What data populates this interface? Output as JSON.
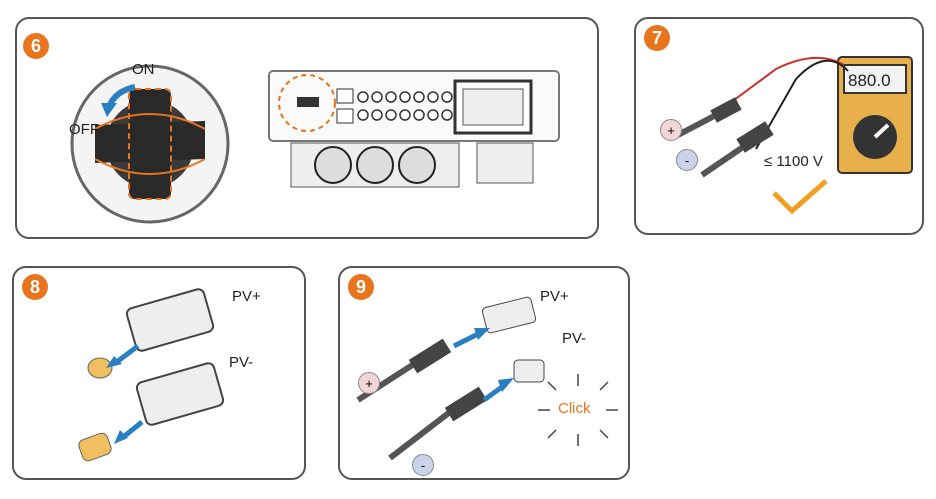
{
  "steps": [
    {
      "number": "6",
      "switch_on_label": "ON",
      "switch_off_label": "OFF"
    },
    {
      "number": "7",
      "meter_reading": "880.0",
      "voltage_label": "≤ 1100 V",
      "plus_sign": "+",
      "minus_sign": "-"
    },
    {
      "number": "8",
      "pv_plus_label": "PV+",
      "pv_minus_label": "PV-"
    },
    {
      "number": "9",
      "pv_plus_label": "PV+",
      "pv_minus_label": "PV-",
      "click_label": "Click",
      "plus_sign": "+",
      "minus_sign": "-"
    }
  ],
  "colors": {
    "accent": "#e8741e",
    "arrow": "#2a7fc1",
    "panel_border": "#555555",
    "plus_fill": "#f3d5d8",
    "minus_fill": "#c9d4ea",
    "meter_body": "#e8b04a"
  }
}
